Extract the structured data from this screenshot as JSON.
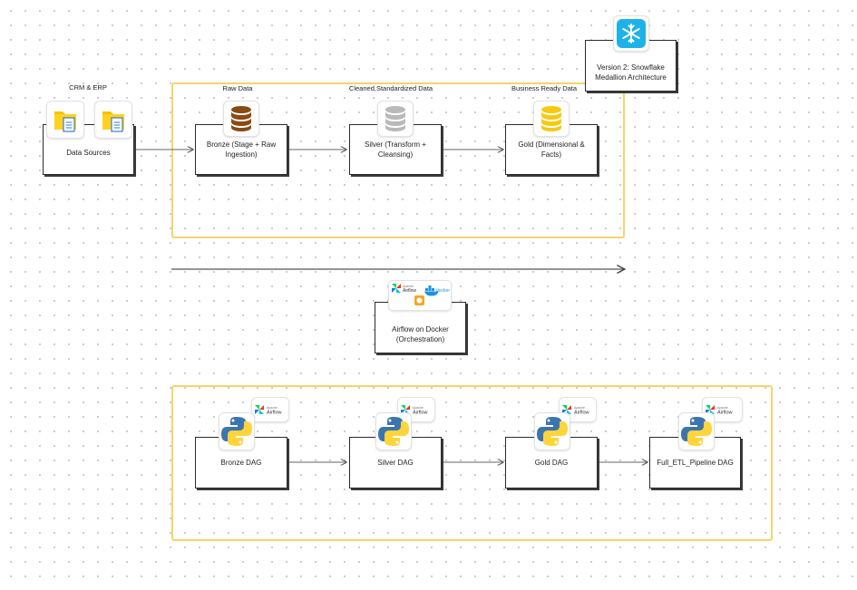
{
  "nodes": {
    "data_sources": "Data Sources",
    "bronze": "Bronze (Stage + Raw Ingestion)",
    "silver": "Silver (Transform + Cleansing)",
    "gold": "Gold (Dimensional & Facts)",
    "snowflake": "Version 2: Snowflake Medallion Architecture",
    "airflow_docker": "Airflow on Docker (Orchestration)",
    "bronze_dag": "Bronze DAG",
    "silver_dag": "Silver DAG",
    "gold_dag": "Gold DAG",
    "full_dag": "Full_ETL_Pipeline DAG"
  },
  "labels": {
    "crm_erp": "CRM & ERP",
    "raw_data": "Raw Data",
    "cleaned": "Cleaned,Standardized Data",
    "business_ready": "Business Ready Data"
  },
  "badges": {
    "airflow": "Airflow",
    "apache": "Apache",
    "docker": "docker"
  },
  "icons": {
    "folder": "folder-document-icon",
    "bronze_db": "database-icon",
    "silver_db": "database-icon",
    "gold_db": "database-icon",
    "snowflake": "snowflake-icon",
    "python": "python-icon",
    "airflow": "airflow-icon",
    "docker": "docker-icon"
  },
  "colors": {
    "frame": "#f7d36b",
    "bronze": "#8a4a12",
    "silver": "#b9b9b9",
    "gold": "#f6c914",
    "snowflake_bg": "#1eb2e8",
    "python_blue": "#3a75b0",
    "python_yellow": "#ffd43b"
  }
}
